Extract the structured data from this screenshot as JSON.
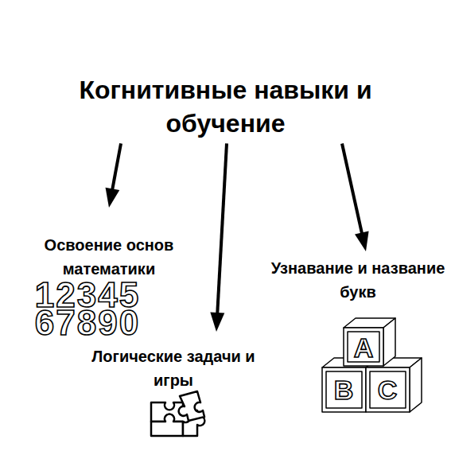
{
  "diagram": {
    "nodes": [
      {
        "text": [
          "Когнитивные навыки и обучение"
        ]
      },
      {
        "text": [
          "Освоение основ математики"
        ]
      },
      {
        "text": [
          "Логические задачи и игры"
        ]
      },
      {
        "text": [
          "Узнавание и название букв"
        ]
      }
    ],
    "edges": [
      {
        "from": 0,
        "to": 1,
        "arrow": "to"
      },
      {
        "from": 0,
        "to": 2,
        "arrow": "to"
      },
      {
        "from": 0,
        "to": 3,
        "arrow": "to"
      }
    ],
    "labels": [
      "12345",
      "67890",
      "A",
      "B",
      "C"
    ]
  }
}
